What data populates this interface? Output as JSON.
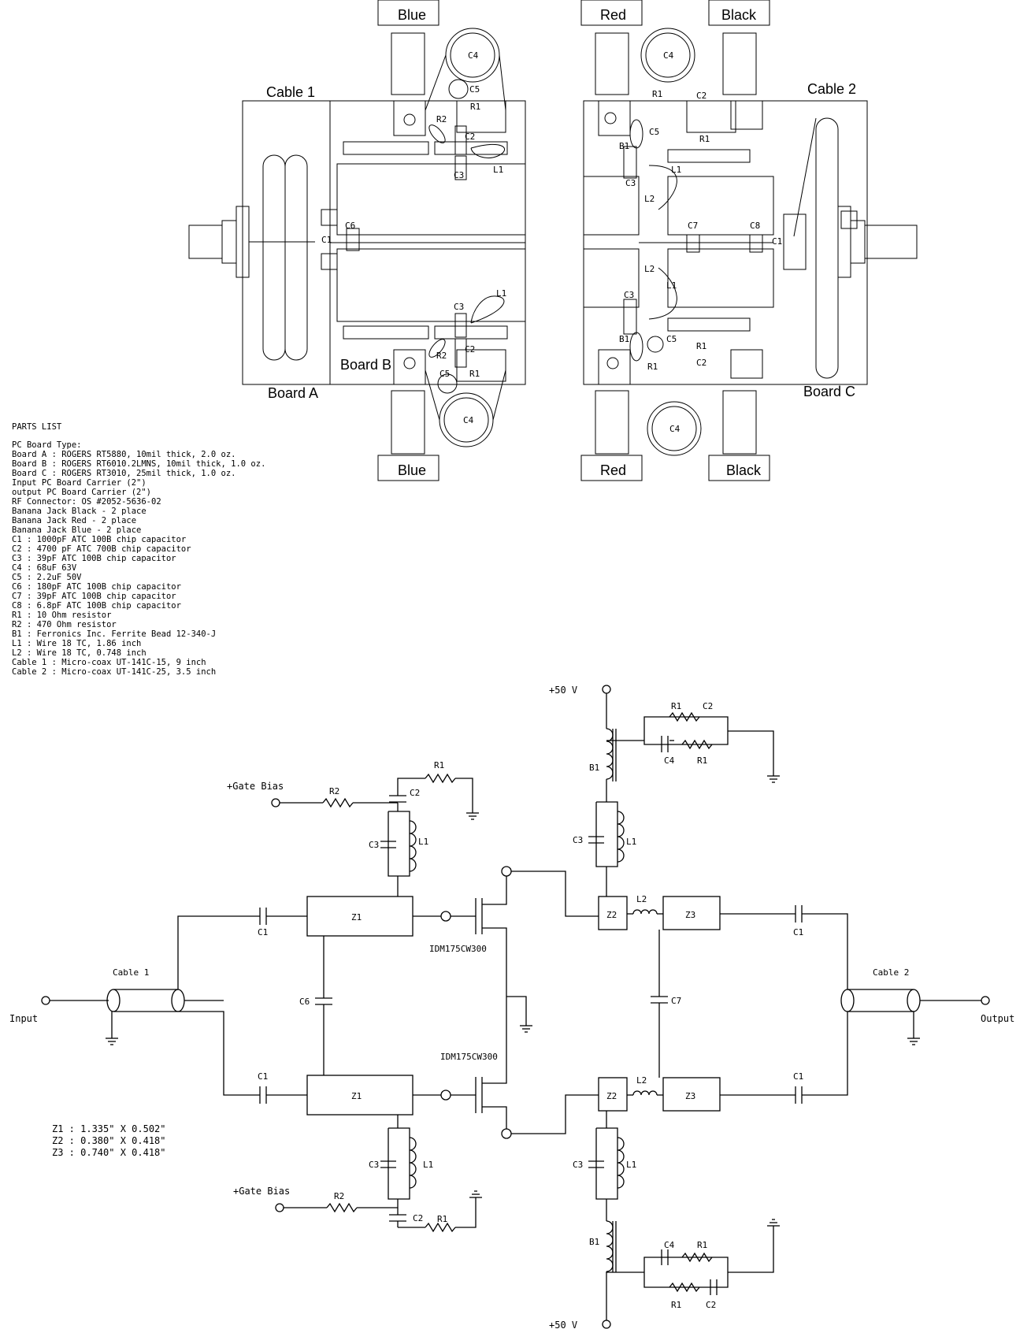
{
  "layout_labels": {
    "cable1": "Cable 1",
    "cable2": "Cable 2",
    "board_a": "Board A",
    "board_b": "Board B",
    "board_c": "Board C",
    "jack_blue": "Blue",
    "jack_red": "Red",
    "jack_black": "Black",
    "c1": "C1",
    "c2": "C2",
    "c3": "C3",
    "c4": "C4",
    "c5": "C5",
    "c6": "C6",
    "c7": "C7",
    "c8": "C8",
    "r1": "R1",
    "r2": "R2",
    "l1": "L1",
    "l2": "L2",
    "b1": "B1"
  },
  "parts_list": {
    "title": "PARTS LIST",
    "lines": [
      "PC Board Type:",
      "Board A : ROGERS RT5880, 10mil thick, 2.0 oz.",
      "Board B : ROGERS RT6010.2LMNS, 10mil thick, 1.0 oz.",
      "Board C : ROGERS RT3010, 25mil thick, 1.0 oz.",
      "Input PC Board Carrier (2\")",
      "output PC Board Carrier (2\")",
      "RF Connector: OS #2052-5636-02",
      "Banana Jack Black - 2 place",
      "Banana Jack Red - 2 place",
      "Banana Jack Blue - 2 place",
      "C1 : 1000pF ATC 100B chip capacitor",
      "C2 : 4700 pF ATC 700B chip capacitor",
      "C3 : 39pF ATC 100B chip capacitor",
      "C4 : 68uF 63V",
      "C5 : 2.2uF 50V",
      "C6 : 180pF ATC 100B chip capacitor",
      "C7 : 39pF ATC 100B chip capacitor",
      "C8 : 6.8pF ATC 100B chip capacitor",
      "R1 : 10 Ohm resistor",
      "R2 : 470 Ohm resistor",
      "B1 : Ferronics Inc. Ferrite Bead 12-340-J",
      "L1 : Wire 18 TC, 1.86 inch",
      "L2 : Wire 18 TC, 0.748 inch",
      "Cable 1 : Micro-coax UT-141C-15, 9 inch",
      "Cable 2 : Micro-coax UT-141C-25, 3.5 inch"
    ]
  },
  "schematic": {
    "supply": "+50  V",
    "gate_bias": "+Gate Bias",
    "input": "Input",
    "output": "Output",
    "cable1": "Cable 1",
    "cable2": "Cable 2",
    "transistor": "IDM175CW300",
    "z1": "Z1",
    "z2": "Z2",
    "z3": "Z3",
    "z_dims": [
      "Z1 : 1.335\" X 0.502\"",
      "Z2 : 0.380\" X 0.418\"",
      "Z3 : 0.740\" X 0.418\""
    ]
  }
}
